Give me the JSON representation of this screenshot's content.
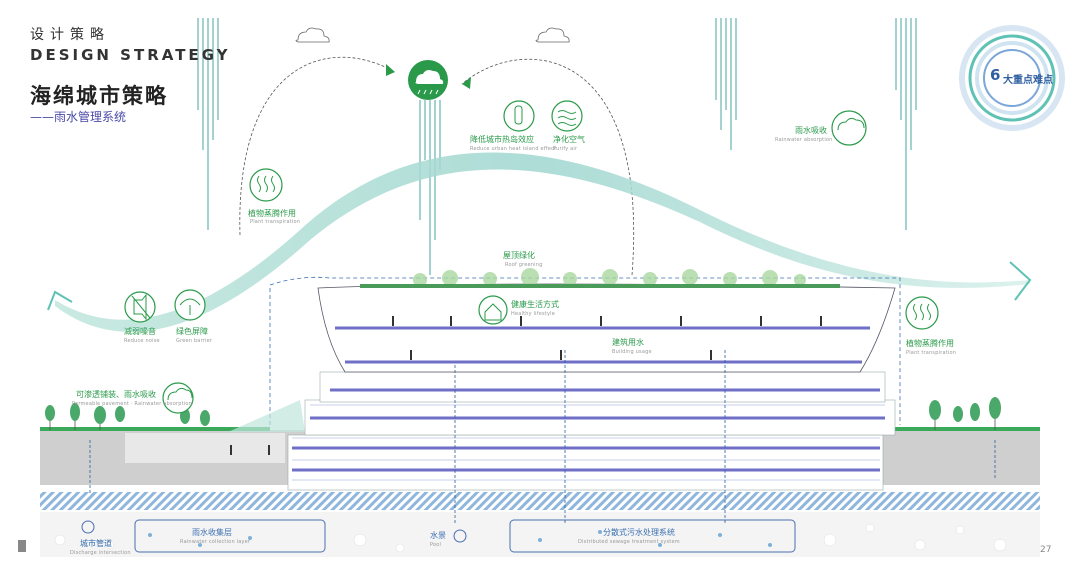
{
  "header": {
    "title_cn_small": "设计策略",
    "title_en": "DESIGN STRATEGY",
    "title_cn_large": "海绵城市策略",
    "subtitle": "——雨水管理系统"
  },
  "badge": {
    "number": "6",
    "text": "大重点难点"
  },
  "labels": {
    "heat_island": "降低城市热岛效应",
    "purify_air": "净化空气",
    "rain_absorb": "雨水吸收",
    "transpiration_left": "植物蒸腾作用",
    "transpiration_right": "植物蒸腾作用",
    "roof_green": "屋顶绿化",
    "healthy_life": "健康生活方式",
    "building_rain": "建筑用水",
    "noise": "减弱噪音",
    "green_barrier": "绿色屏障",
    "permeable": "可渗透铺装、雨水吸收",
    "storage": "雨水收集层",
    "waterscape": "水景",
    "separate": "分散式污水处理系统",
    "sewer": "城市管道"
  },
  "labels_en": {
    "heat_island": "Reduce urban heat island effect",
    "purify_air": "Purify air",
    "rain_absorb": "Rainwater absorption",
    "transpiration_left": "Plant transpiration",
    "transpiration_right": "Plant transpiration",
    "roof_green": "Roof greening",
    "healthy_life": "Healthy lifestyle",
    "building_rain": "Building usage",
    "noise": "Reduce noise",
    "green_barrier": "Green barrier",
    "permeable": "Permeable pavement · Rainwater absorption",
    "storage": "Rainwater collection layer",
    "waterscape": "Pool",
    "separate": "Distributed sewage treatment system",
    "sewer": "Discharge intersection"
  },
  "page_number": "27",
  "colors": {
    "green": "#2a9a4a",
    "teal": "#5fc2b5",
    "blue": "#2f5fa0",
    "navy": "#4a4aa8",
    "floor": "#6f6fc8",
    "ground": "#c8c8c8",
    "water": "#7fb0d8"
  }
}
